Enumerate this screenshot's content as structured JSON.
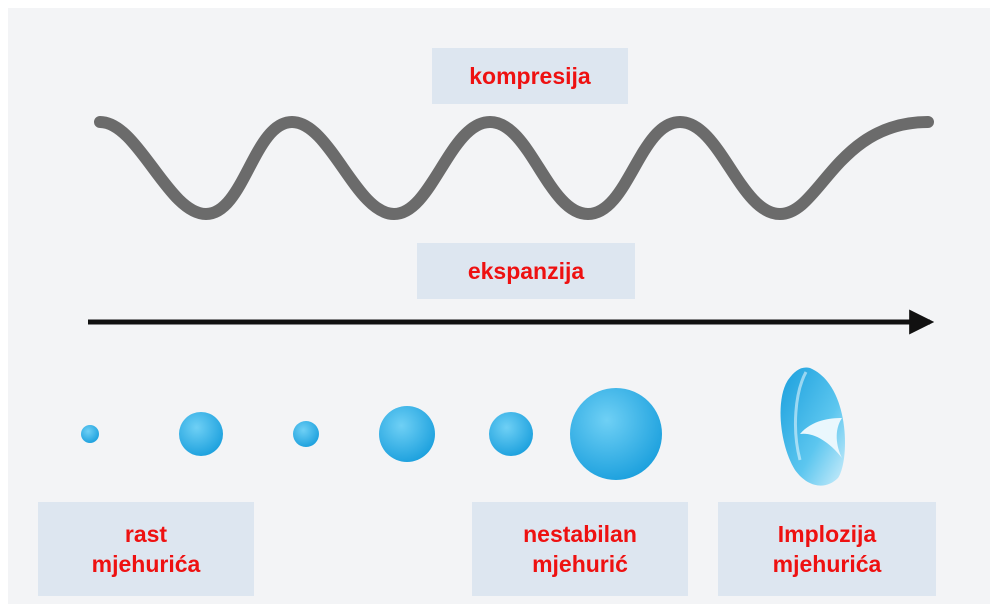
{
  "labels": {
    "compression": "kompresija",
    "expansion": "ekspanzija",
    "growth": [
      "rast",
      "mjehurića"
    ],
    "unstable": [
      "nestabilan",
      "mjehurić"
    ],
    "implosion": [
      "Implozija",
      "mjehurića"
    ]
  },
  "colors": {
    "label_text": "#ee1111",
    "label_bg": "#dde6f0",
    "wave": "#6b6b6b",
    "arrow": "#111111",
    "bubble_light": "#6fd0f5",
    "bubble_dark": "#1a9fdd"
  },
  "icons": {
    "wave": "sine-wave-icon",
    "arrow": "right-arrow-icon",
    "bubble": "bubble-icon",
    "imploding_bubble": "imploding-bubble-icon"
  }
}
